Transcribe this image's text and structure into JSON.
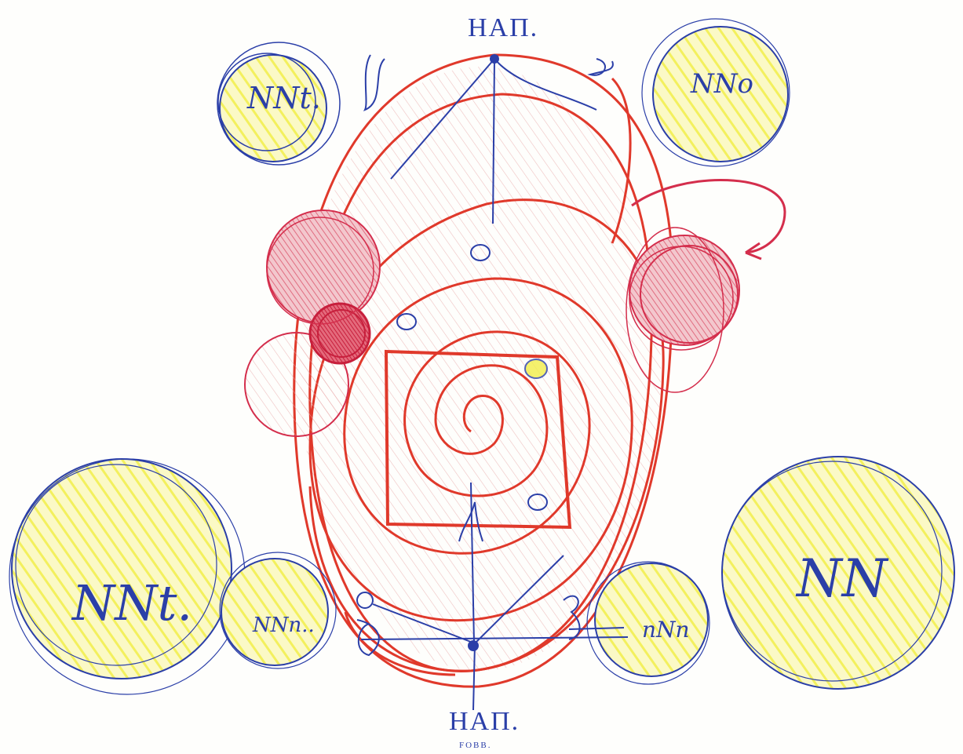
{
  "labels": {
    "top": "НАП.",
    "bottom": "НАП.",
    "bottom_small": "FOBB.",
    "top_left_circle": "NNt.",
    "top_right_circle": "NNo",
    "bottom_left_large_circle": "NNt.",
    "bottom_left_small_circle": "NNn..",
    "bottom_right_small_circle": "nNn",
    "bottom_right_large_circle": "NN"
  },
  "colors": {
    "ink_blue": "#2b3fa8",
    "ink_red": "#e0392b",
    "ink_crimson": "#d42e4c",
    "highlight_yellow": "#f2ef4a",
    "paper": "#fefefc"
  }
}
